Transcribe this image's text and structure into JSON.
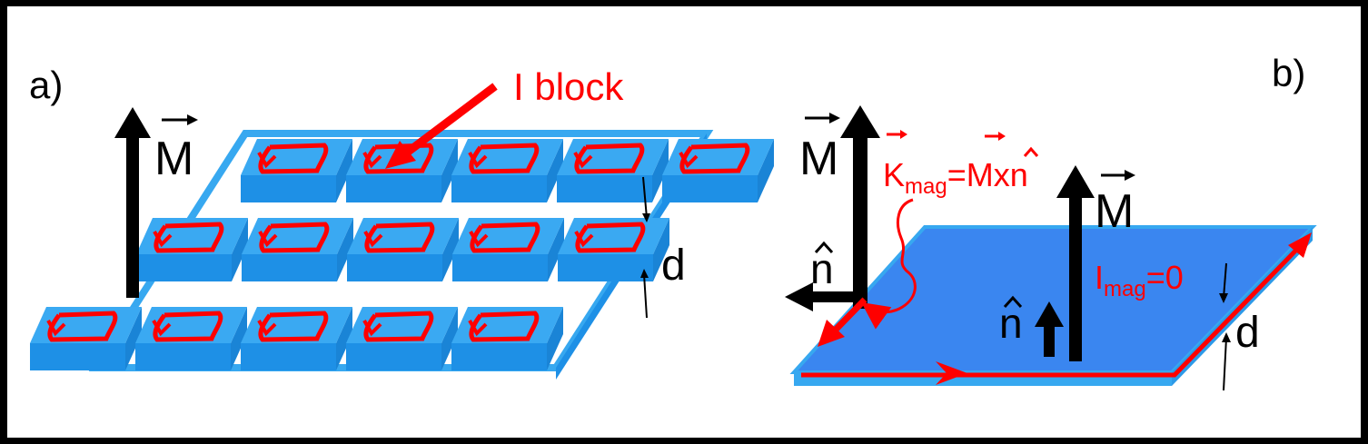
{
  "panel_a": {
    "label": "a)",
    "block_label": "I block",
    "M_symbol": "M",
    "d_symbol": "d",
    "block_rows": [
      {
        "row": 0,
        "blocks": 5
      },
      {
        "row": 1,
        "blocks": 5
      },
      {
        "row": 2,
        "blocks": 5
      }
    ]
  },
  "panel_b": {
    "label": "b)",
    "M_symbol": "M",
    "M2_symbol": "M",
    "n_symbol": "n",
    "n2_symbol": "n",
    "K_main": "K",
    "K_sub": "mag",
    "K_rhs": "=Mxn",
    "I_main": "I",
    "I_sub": "mag",
    "I_rhs": "=0",
    "d_symbol": "d"
  },
  "colors": {
    "block_top": "#3aa9f2",
    "block_side": "#1e90e6",
    "slab": "#3a86f0",
    "slab_edge": "#37a8f0",
    "current": "#ff0000",
    "arrow": "#000000"
  }
}
